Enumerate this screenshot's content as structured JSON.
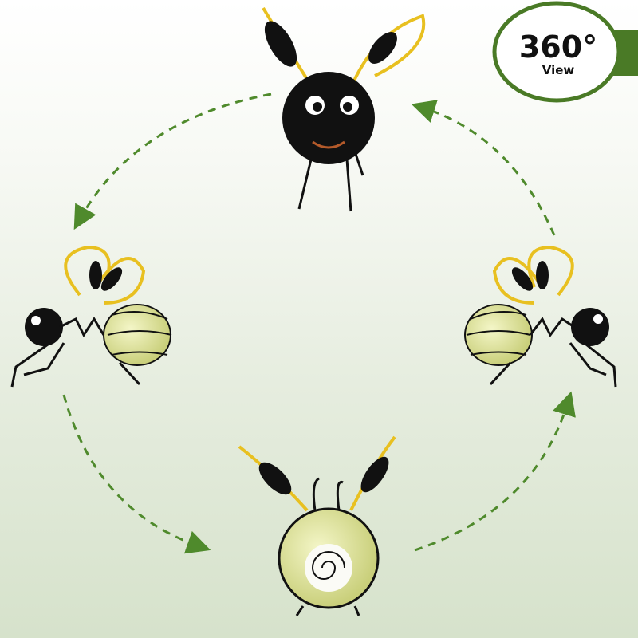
{
  "badge": {
    "title": "360°",
    "subtitle": "View",
    "color": "#4a7a26"
  },
  "arrow_color": "#4f8a2c",
  "views": [
    "front",
    "left-side",
    "right-side",
    "back"
  ]
}
